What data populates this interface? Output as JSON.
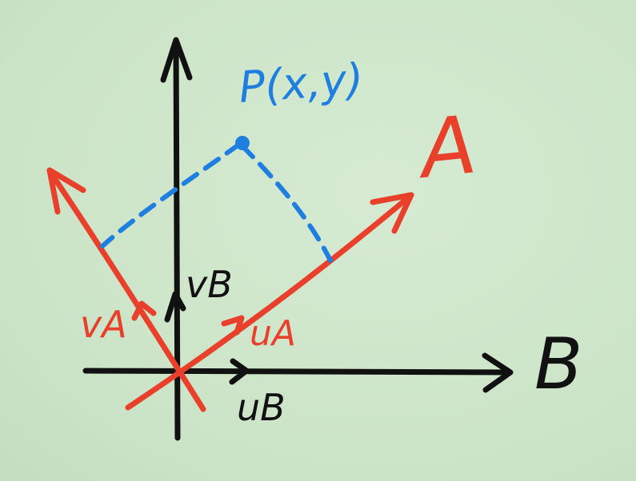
{
  "colors": {
    "background": "#cfe6cc",
    "black": "#111111",
    "red": "#e8402a",
    "blue": "#1f7fe0"
  },
  "labels": {
    "point": "P(x,y)",
    "basis_a": "A",
    "basis_b": "B",
    "u_a": "uA",
    "v_a": "vA",
    "u_b": "uB",
    "v_b": "vB"
  }
}
